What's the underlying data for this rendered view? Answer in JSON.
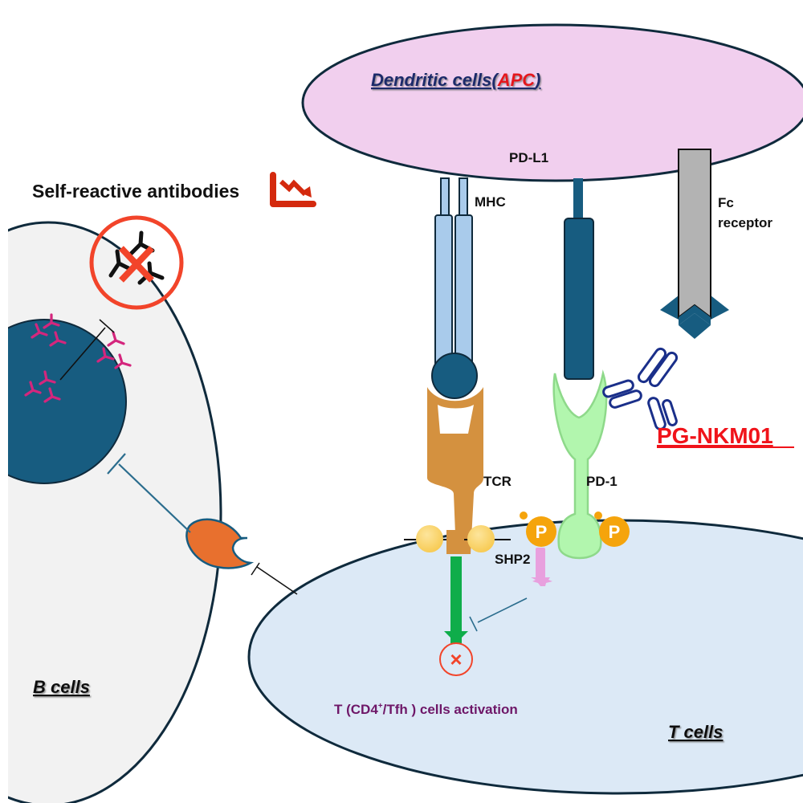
{
  "labels": {
    "dendritic_cells_prefix": "Dendritic  cells(",
    "dendritic_cells_apc": "APC",
    "dendritic_cells_suffix": ")",
    "pd_l1": "PD-L1",
    "mhc": "MHC",
    "fc_receptor_line1": "Fc",
    "fc_receptor_line2": "receptor",
    "self_reactive_antibodies": "Self-reactive antibodies",
    "pg_nkm01": "PG-NKM01",
    "tcr": "TCR",
    "pd_1": "PD-1",
    "shp2": "SHP2",
    "phospho_1": "P",
    "phospho_2": "P",
    "activation_prefix": "T (CD4",
    "activation_sup": "+",
    "activation_suffix": "/Tfh ) cells activation",
    "b_cells": "B  cells",
    "t_cells": "T  cells",
    "blocked_mark": "×"
  },
  "colors": {
    "dendritic_cell_fill": "#f1cfee",
    "b_cell_fill": "#f2f2f2",
    "t_cell_fill": "#dce9f6",
    "nucleus_fill": "#175c80",
    "outline": "#0f2a3c",
    "mhc_fill": "#a9cbeb",
    "tcr_fill": "#d4913f",
    "pd1_fill": "#b2f6ae",
    "pd1_stroke": "#8ed98a",
    "pdl1_fill": "#175c80",
    "fc_receptor_fill": "#b3b3b3",
    "antibody_stroke": "#1a2f8a",
    "phospho_fill": "#f5a40c",
    "cd3_fill": "#fbd876",
    "activation_arrow": "#0fad4a",
    "shp2_arrow": "#e8a0de",
    "inhibit_red": "#f2442a",
    "self_antibody_magenta": "#d4267d",
    "bcr_orange": "#e8702e",
    "title_navy": "#1a2a6b",
    "apc_red": "#e5141e",
    "pg_nkm01_red": "#f0131a",
    "activation_text": "#6e1768",
    "decrease_icon": "#d42a0e"
  },
  "icons": {
    "decrease_trend": "chart-decrease-icon",
    "no_antibody": "prohibited-antibody-icon",
    "blocked_activation": "circle-x-icon"
  }
}
